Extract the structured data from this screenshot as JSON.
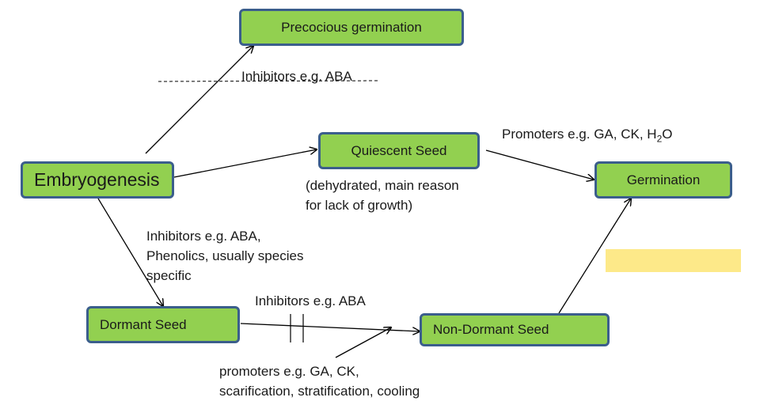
{
  "nodes": {
    "precocious": "Precocious germination",
    "embryogenesis": "Embryogenesis",
    "quiescent": "Quiescent Seed",
    "germination": "Germination",
    "dormant": "Dormant Seed",
    "non_dormant": "Non-Dormant Seed"
  },
  "labels": {
    "inhibitors_aba_top": "Inhibitors e.g. ABA",
    "promoters_top_prefix": "Promoters  e.g. GA, CK, H",
    "promoters_top_sub": "2",
    "promoters_top_suffix": "O",
    "quiescent_note_line1": "(dehydrated, main reason",
    "quiescent_note_line2": "for lack of growth)",
    "dormant_inhibitors_line1": "Inhibitors e.g. ABA,",
    "dormant_inhibitors_line2": "Phenolics, usually species",
    "dormant_inhibitors_line3": "specific",
    "inhibitors_aba_bottom": "Inhibitors  e.g. ABA",
    "promoters_bottom_line1": "promoters e.g. GA, CK,",
    "promoters_bottom_line2": "scarification, stratification, cooling"
  },
  "colors": {
    "node_fill": "#92d050",
    "node_border": "#3b5e8c",
    "highlight": "#fde989"
  }
}
